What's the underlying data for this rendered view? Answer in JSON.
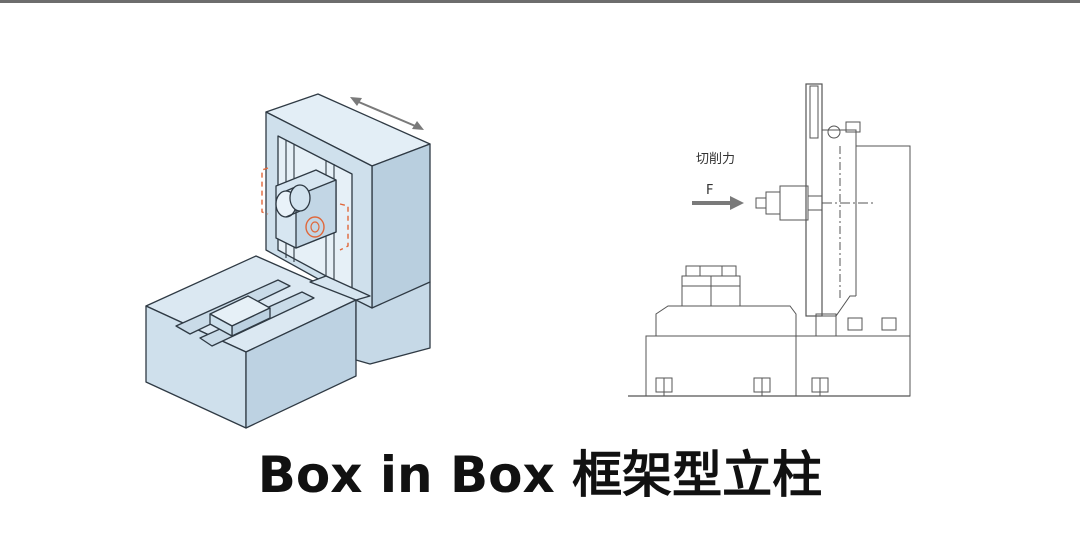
{
  "caption": "Box in Box 框架型立柱",
  "side_view": {
    "cutting_force_label": "切削力",
    "force_symbol": "F"
  },
  "colors": {
    "body_fill": "#cfe0ec",
    "body_fill_dark": "#b9cfdf",
    "body_fill_light": "#e3eef6",
    "outline": "#2f3a44",
    "dashed_highlight": "#e0673a",
    "drawing_line": "#555555",
    "force_arrow": "#7a7a7a"
  }
}
